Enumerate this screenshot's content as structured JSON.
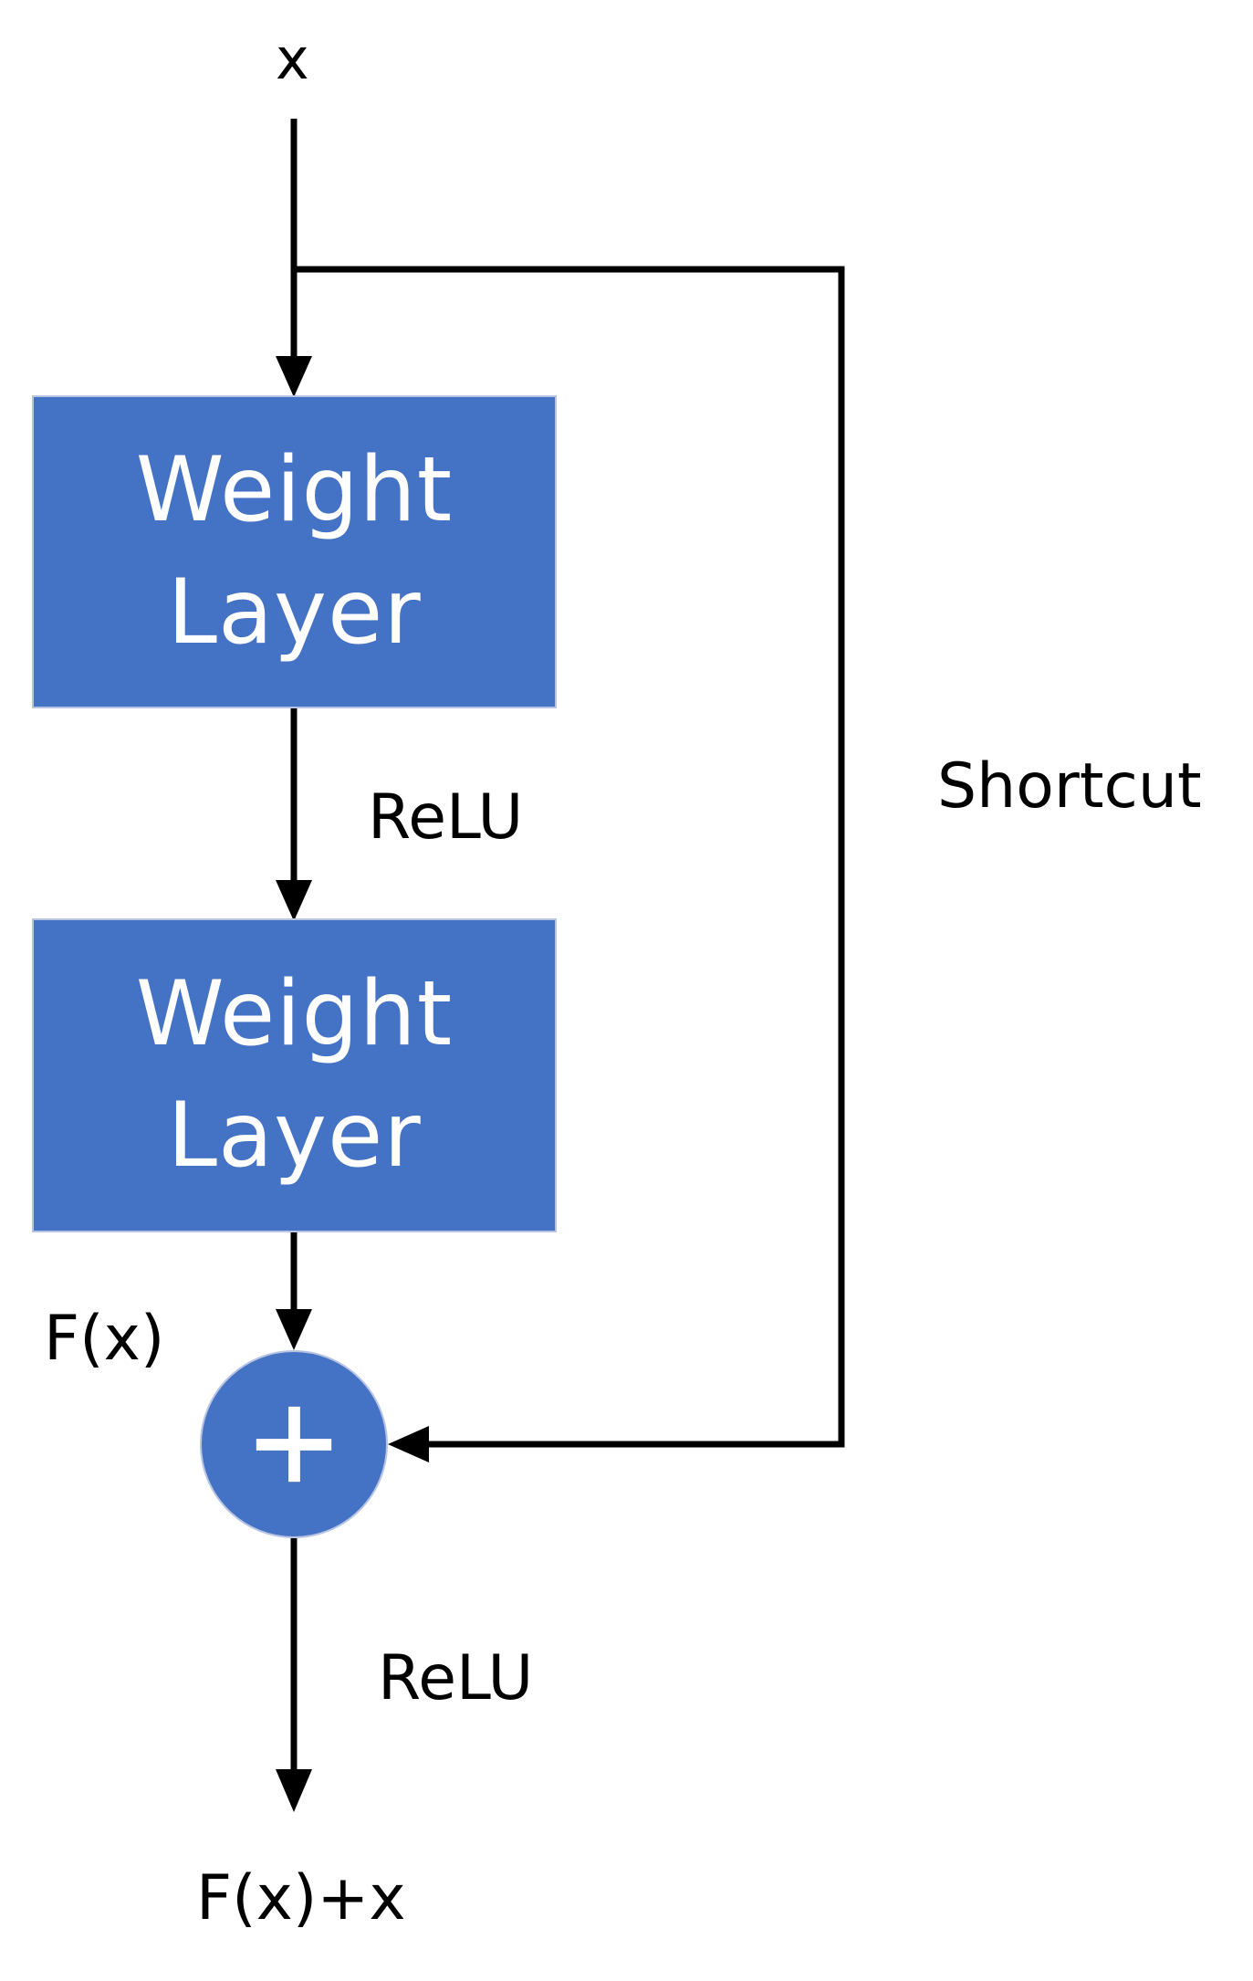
{
  "colors": {
    "block_fill": "#4472c4",
    "block_border": "#b7c5e2",
    "block_text": "#ffffff",
    "line": "#000000"
  },
  "input_label": "x",
  "blocks": [
    {
      "line1": "Weight",
      "line2": "Layer"
    },
    {
      "line1": "Weight",
      "line2": "Layer"
    }
  ],
  "activation_1": "ReLU",
  "residual_label": "F(x)",
  "adder_symbol": "plus-icon",
  "shortcut_label": "Shortcut",
  "activation_2": "ReLU",
  "output_label": "F(x)+x"
}
